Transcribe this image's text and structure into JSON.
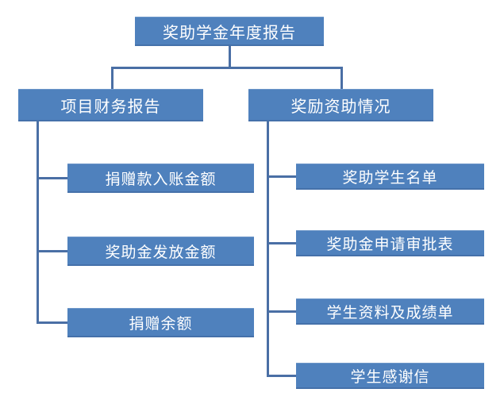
{
  "diagram": {
    "root": {
      "label": "奖助学金年度报告"
    },
    "branches": [
      {
        "label": "项目财务报告",
        "children": [
          {
            "label": "捐赠款入账金额"
          },
          {
            "label": "奖助金发放金额"
          },
          {
            "label": "捐赠余额"
          }
        ]
      },
      {
        "label": "奖励资助情况",
        "children": [
          {
            "label": "奖助学生名单"
          },
          {
            "label": "奖助金申请审批表"
          },
          {
            "label": "学生资料及成绩单"
          },
          {
            "label": "学生感谢信"
          }
        ]
      }
    ]
  },
  "colors": {
    "background": "#ffffff",
    "node_fill": "#4f81bd",
    "node_text": "#ffffff",
    "connector": "#4a6fa5"
  }
}
